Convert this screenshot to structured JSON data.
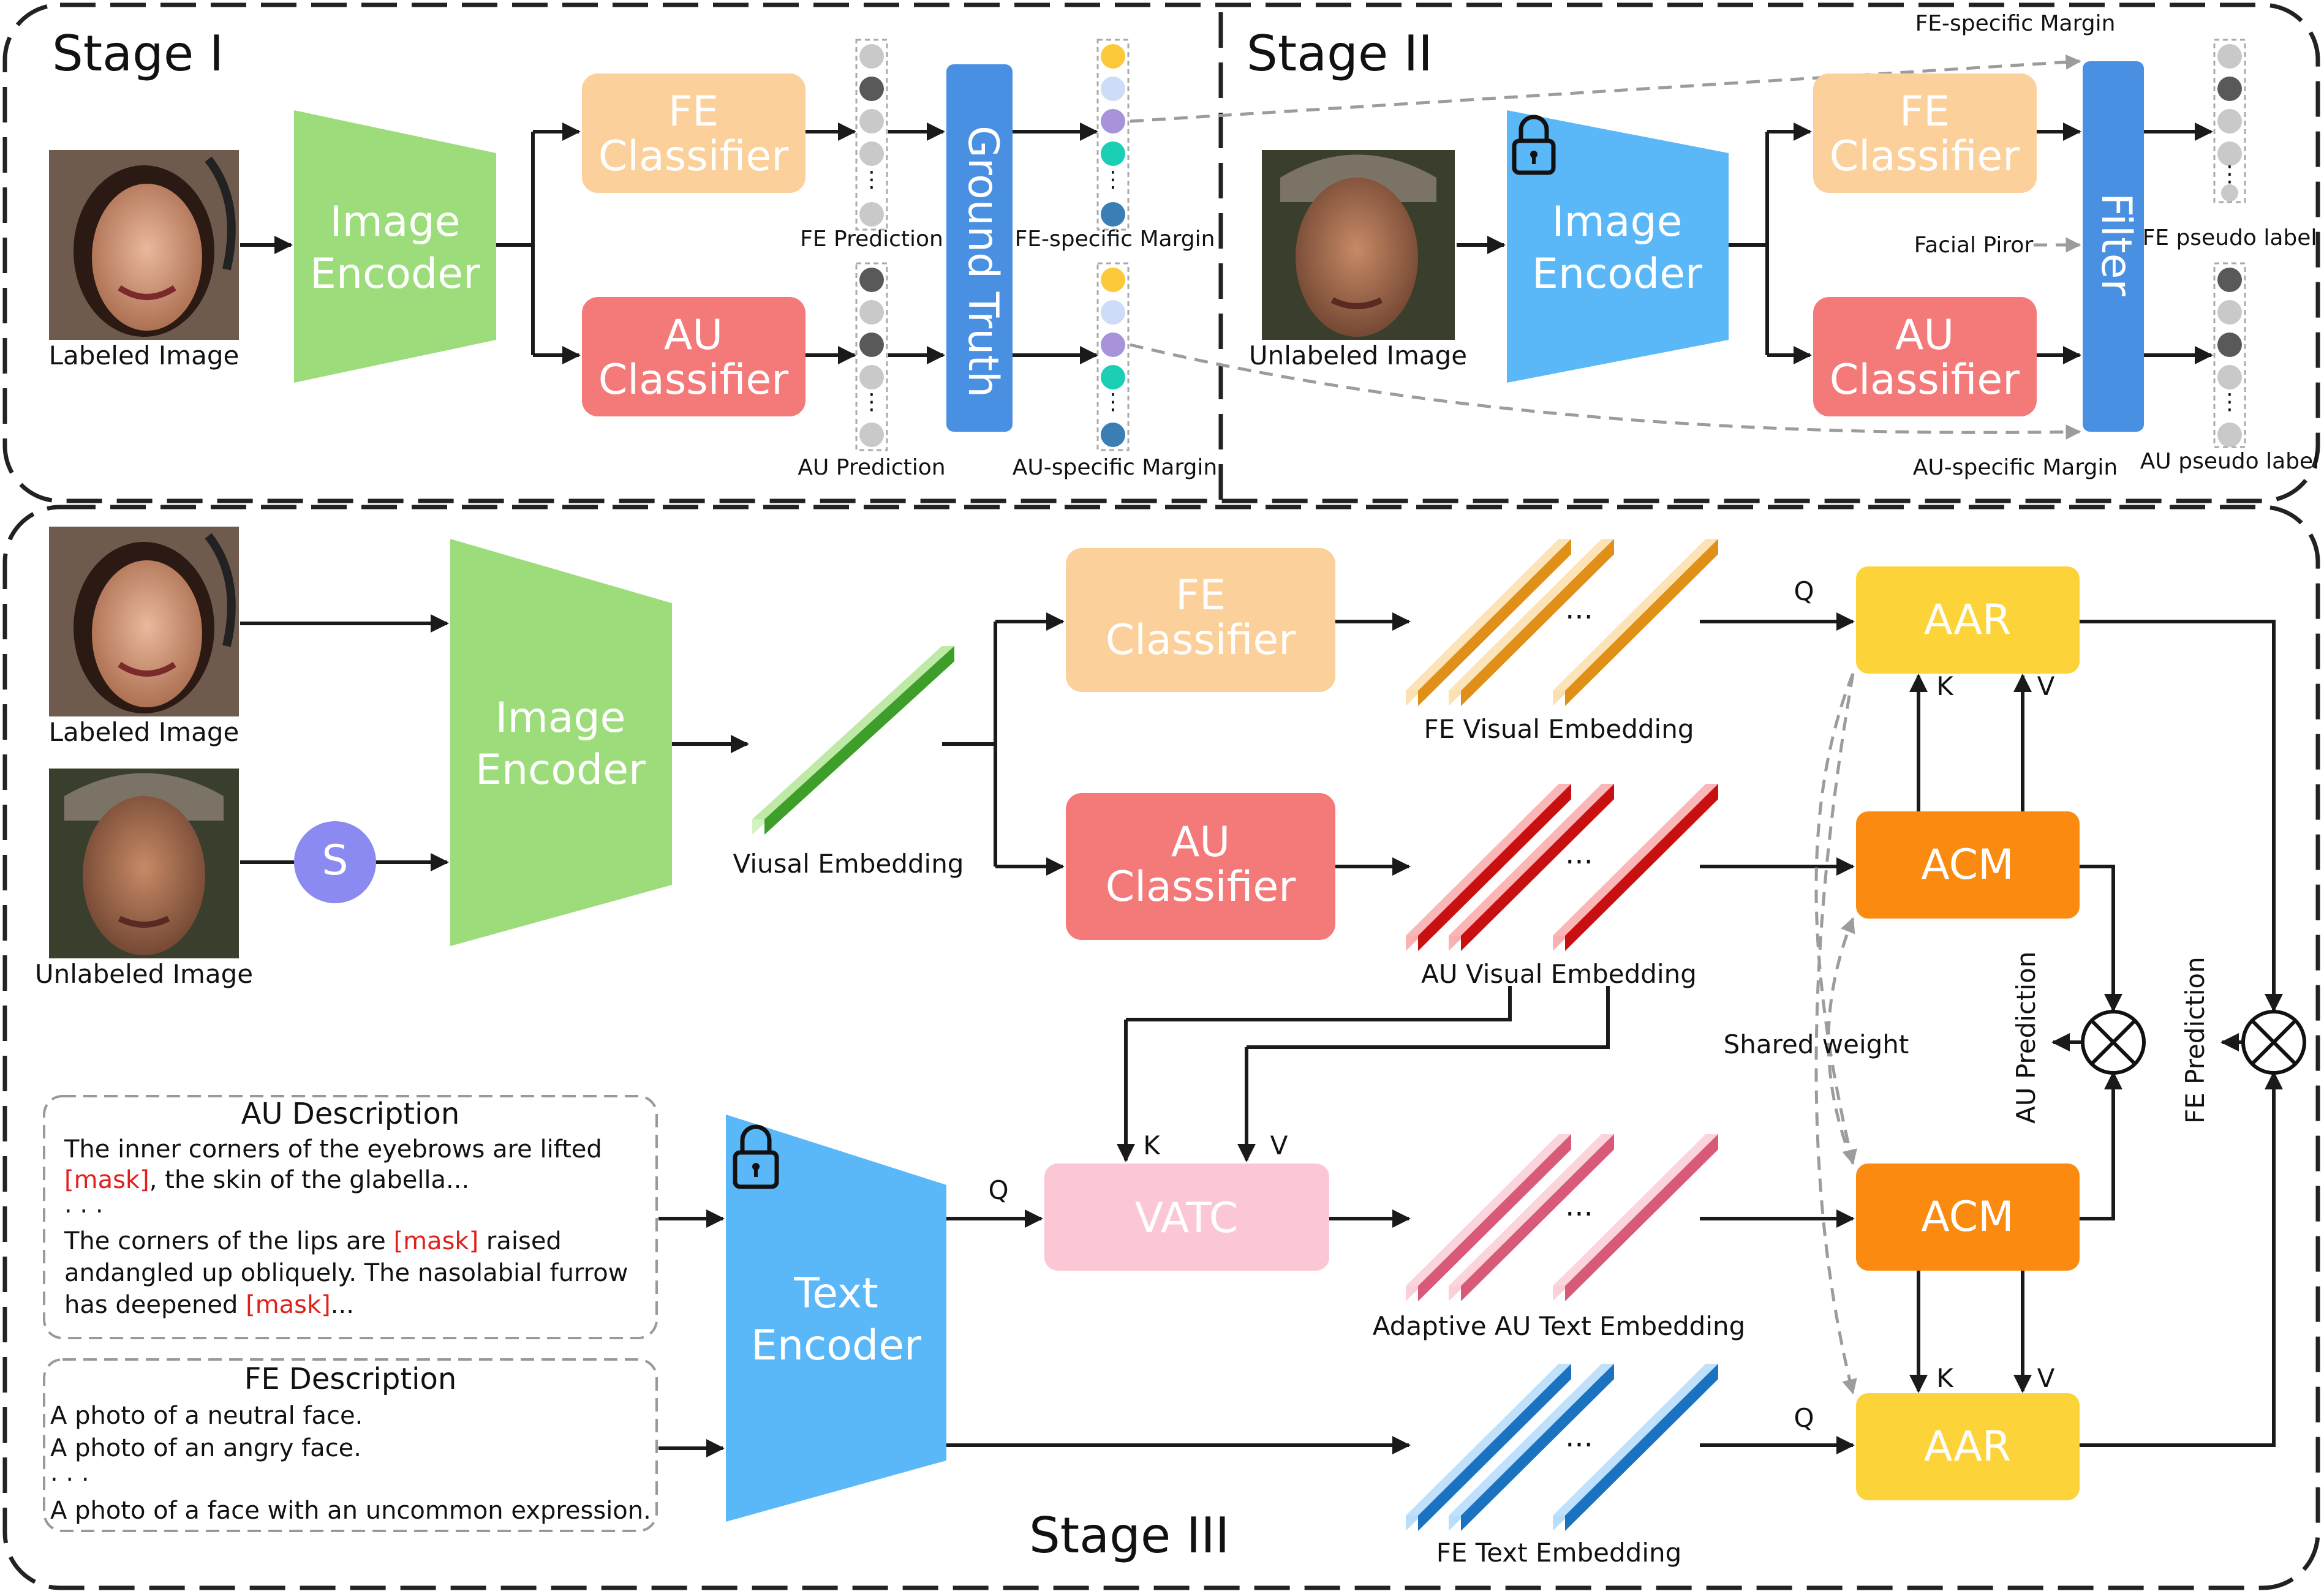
{
  "stages": {
    "stage1": "Stage I",
    "stage2": "Stage II",
    "stage3": "Stage III"
  },
  "images": {
    "labeled": "Labeled Image",
    "unlabeled": "Unlabeled Image"
  },
  "blocks": {
    "image_encoder": [
      "Image",
      "Encoder"
    ],
    "fe_classifier": [
      "FE",
      "Classifier"
    ],
    "au_classifier": [
      "AU",
      "Classifier"
    ],
    "text_encoder": [
      "Text",
      "Encoder"
    ],
    "ground_truth": "Ground Truth",
    "filter": "Filter",
    "aar": "AAR",
    "acm": "ACM",
    "vatc": "VATC",
    "s": "S"
  },
  "labels": {
    "fe_prediction": "FE Prediction",
    "au_prediction": "AU Prediction",
    "fe_margin": "FE-specific Margin",
    "au_margin": "AU-specific Margin",
    "facial_prior": "Facial Piror",
    "fe_pseudo": "FE pseudo label",
    "au_pseudo": "AU pseudo label",
    "visual_embedding": "Viusal Embedding",
    "fe_visual_embedding": "FE Visual Embedding",
    "au_visual_embedding": "AU Visual Embedding",
    "adaptive_au_text": "Adaptive AU Text Embedding",
    "fe_text_embedding": "FE Text Embedding",
    "shared_weight": "Shared weight",
    "q": "Q",
    "k": "K",
    "v": "V",
    "dots": "...",
    "vdots": "⋮",
    "desc_dots": ". . ."
  },
  "au_description": {
    "title": "AU Description",
    "line1": "The inner corners of the eyebrows are lifted",
    "line2_mask": "[mask]",
    "line2_rest": ", the skin of the glabella...",
    "line3_a": "The corners of the lips are ",
    "line3_mask": "[mask]",
    "line3_b": " raised",
    "line4": "andangled up obliquely. The nasolabial furrow",
    "line5_a": "has deepened ",
    "line5_mask": "[mask]",
    "line5_b": "..."
  },
  "fe_description": {
    "title": "FE Description",
    "line1": "A photo of a neutral face.",
    "line2": "A photo of an angry face.",
    "line3": "A photo of a face with an uncommon expression."
  },
  "colors": {
    "image_encoder": "#9ddc7a",
    "frozen_encoder": "#5bb8f8",
    "fe_classifier": "#fbd09a",
    "au_classifier": "#f47a7a",
    "ground_truth": "#4a90e2",
    "aar": "#fcd43a",
    "acm": "#fb8a10",
    "vatc": "#fbc7d4",
    "s_node": "#8a8af0"
  }
}
